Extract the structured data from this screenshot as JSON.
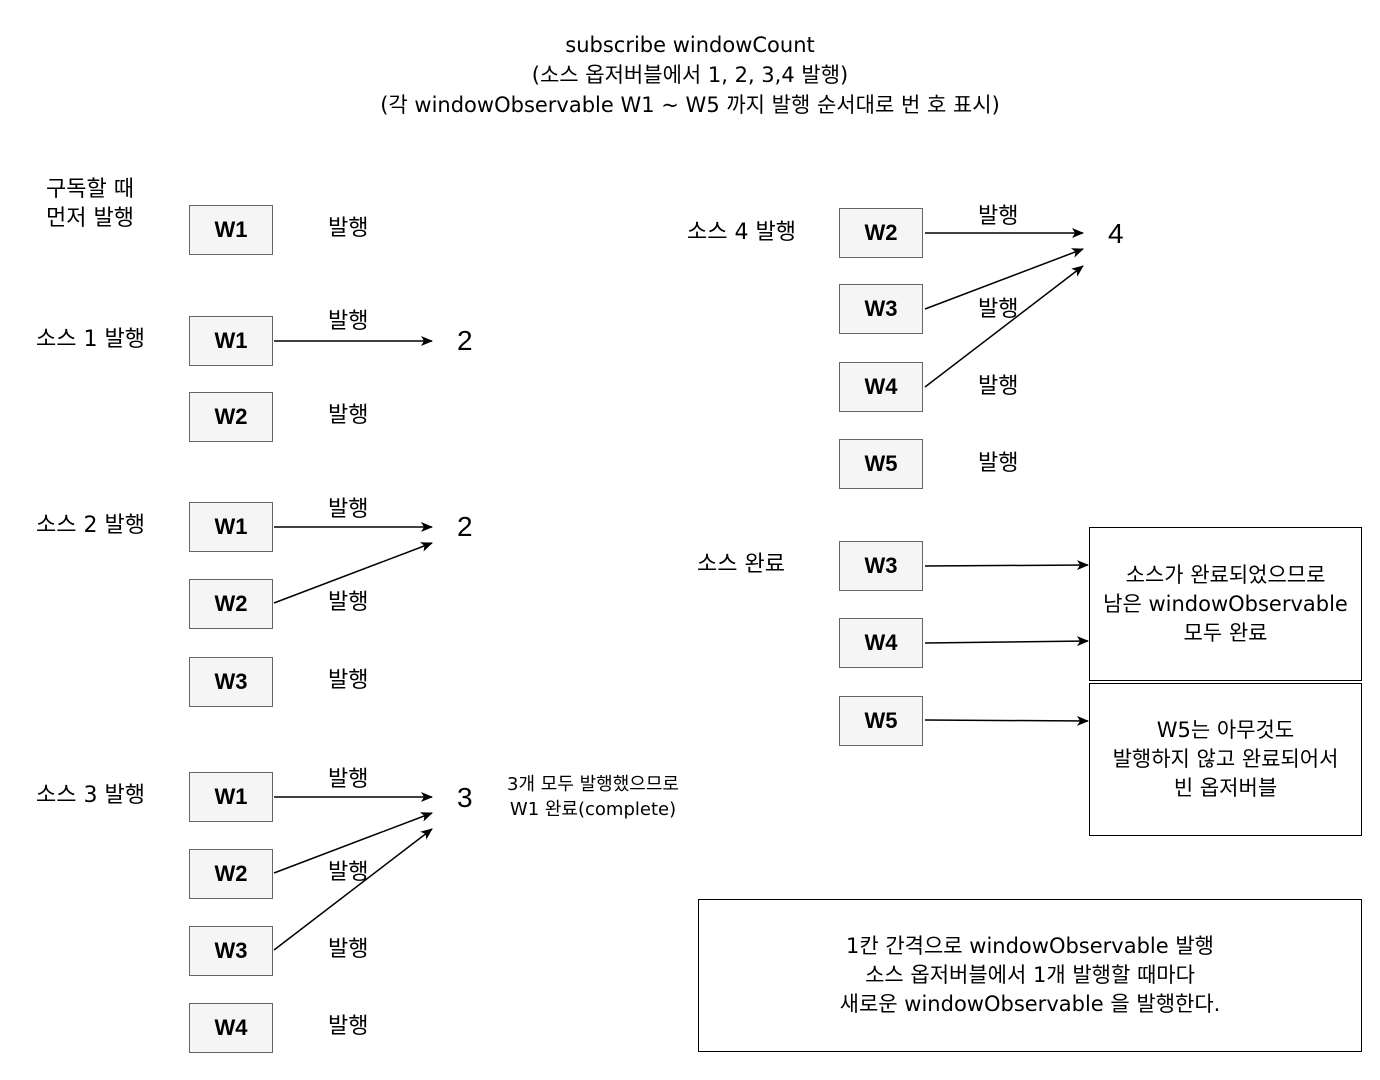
{
  "title": {
    "line1": "subscribe windowCount",
    "line2": "(소스 옵저버블에서 1, 2, 3,4 발행)",
    "line3": "(각 windowObservable W1 ~ W5 까지 발행 순서대로 번 호 표시)"
  },
  "emit": "발행",
  "left": {
    "subscribe_label_1": "구독할 때",
    "subscribe_label_2": "먼저 발행",
    "src1_label": "소스 1 발행",
    "src2_label": "소스 2 발행",
    "src3_label": "소스 3 발행",
    "src1_value": "2",
    "src2_value": "2",
    "src3_value": "3",
    "w1_complete_note_1": "3개 모두 발행했으므로",
    "w1_complete_note_2": "W1 완료(complete)"
  },
  "right": {
    "src4_label": "소스 4 발행",
    "src4_value": "4",
    "complete_label": "소스 완료",
    "complete_note_1": "소스가 완료되었으므로",
    "complete_note_2": "남은 windowObservable",
    "complete_note_3": "모두 완료",
    "w5_note_1": "W5는 아무것도",
    "w5_note_2": "발행하지 않고 완료되어서",
    "w5_note_3": "빈 옵저버블"
  },
  "summary": {
    "line1": "1칸 간격으로 windowObservable 발행",
    "line2": "소스 옵저버블에서 1개 발행할 때마다",
    "line3": "새로운 windowObservable 을 발행한다."
  },
  "windows": {
    "w1": "W1",
    "w2": "W2",
    "w3": "W3",
    "w4": "W4",
    "w5": "W5"
  }
}
